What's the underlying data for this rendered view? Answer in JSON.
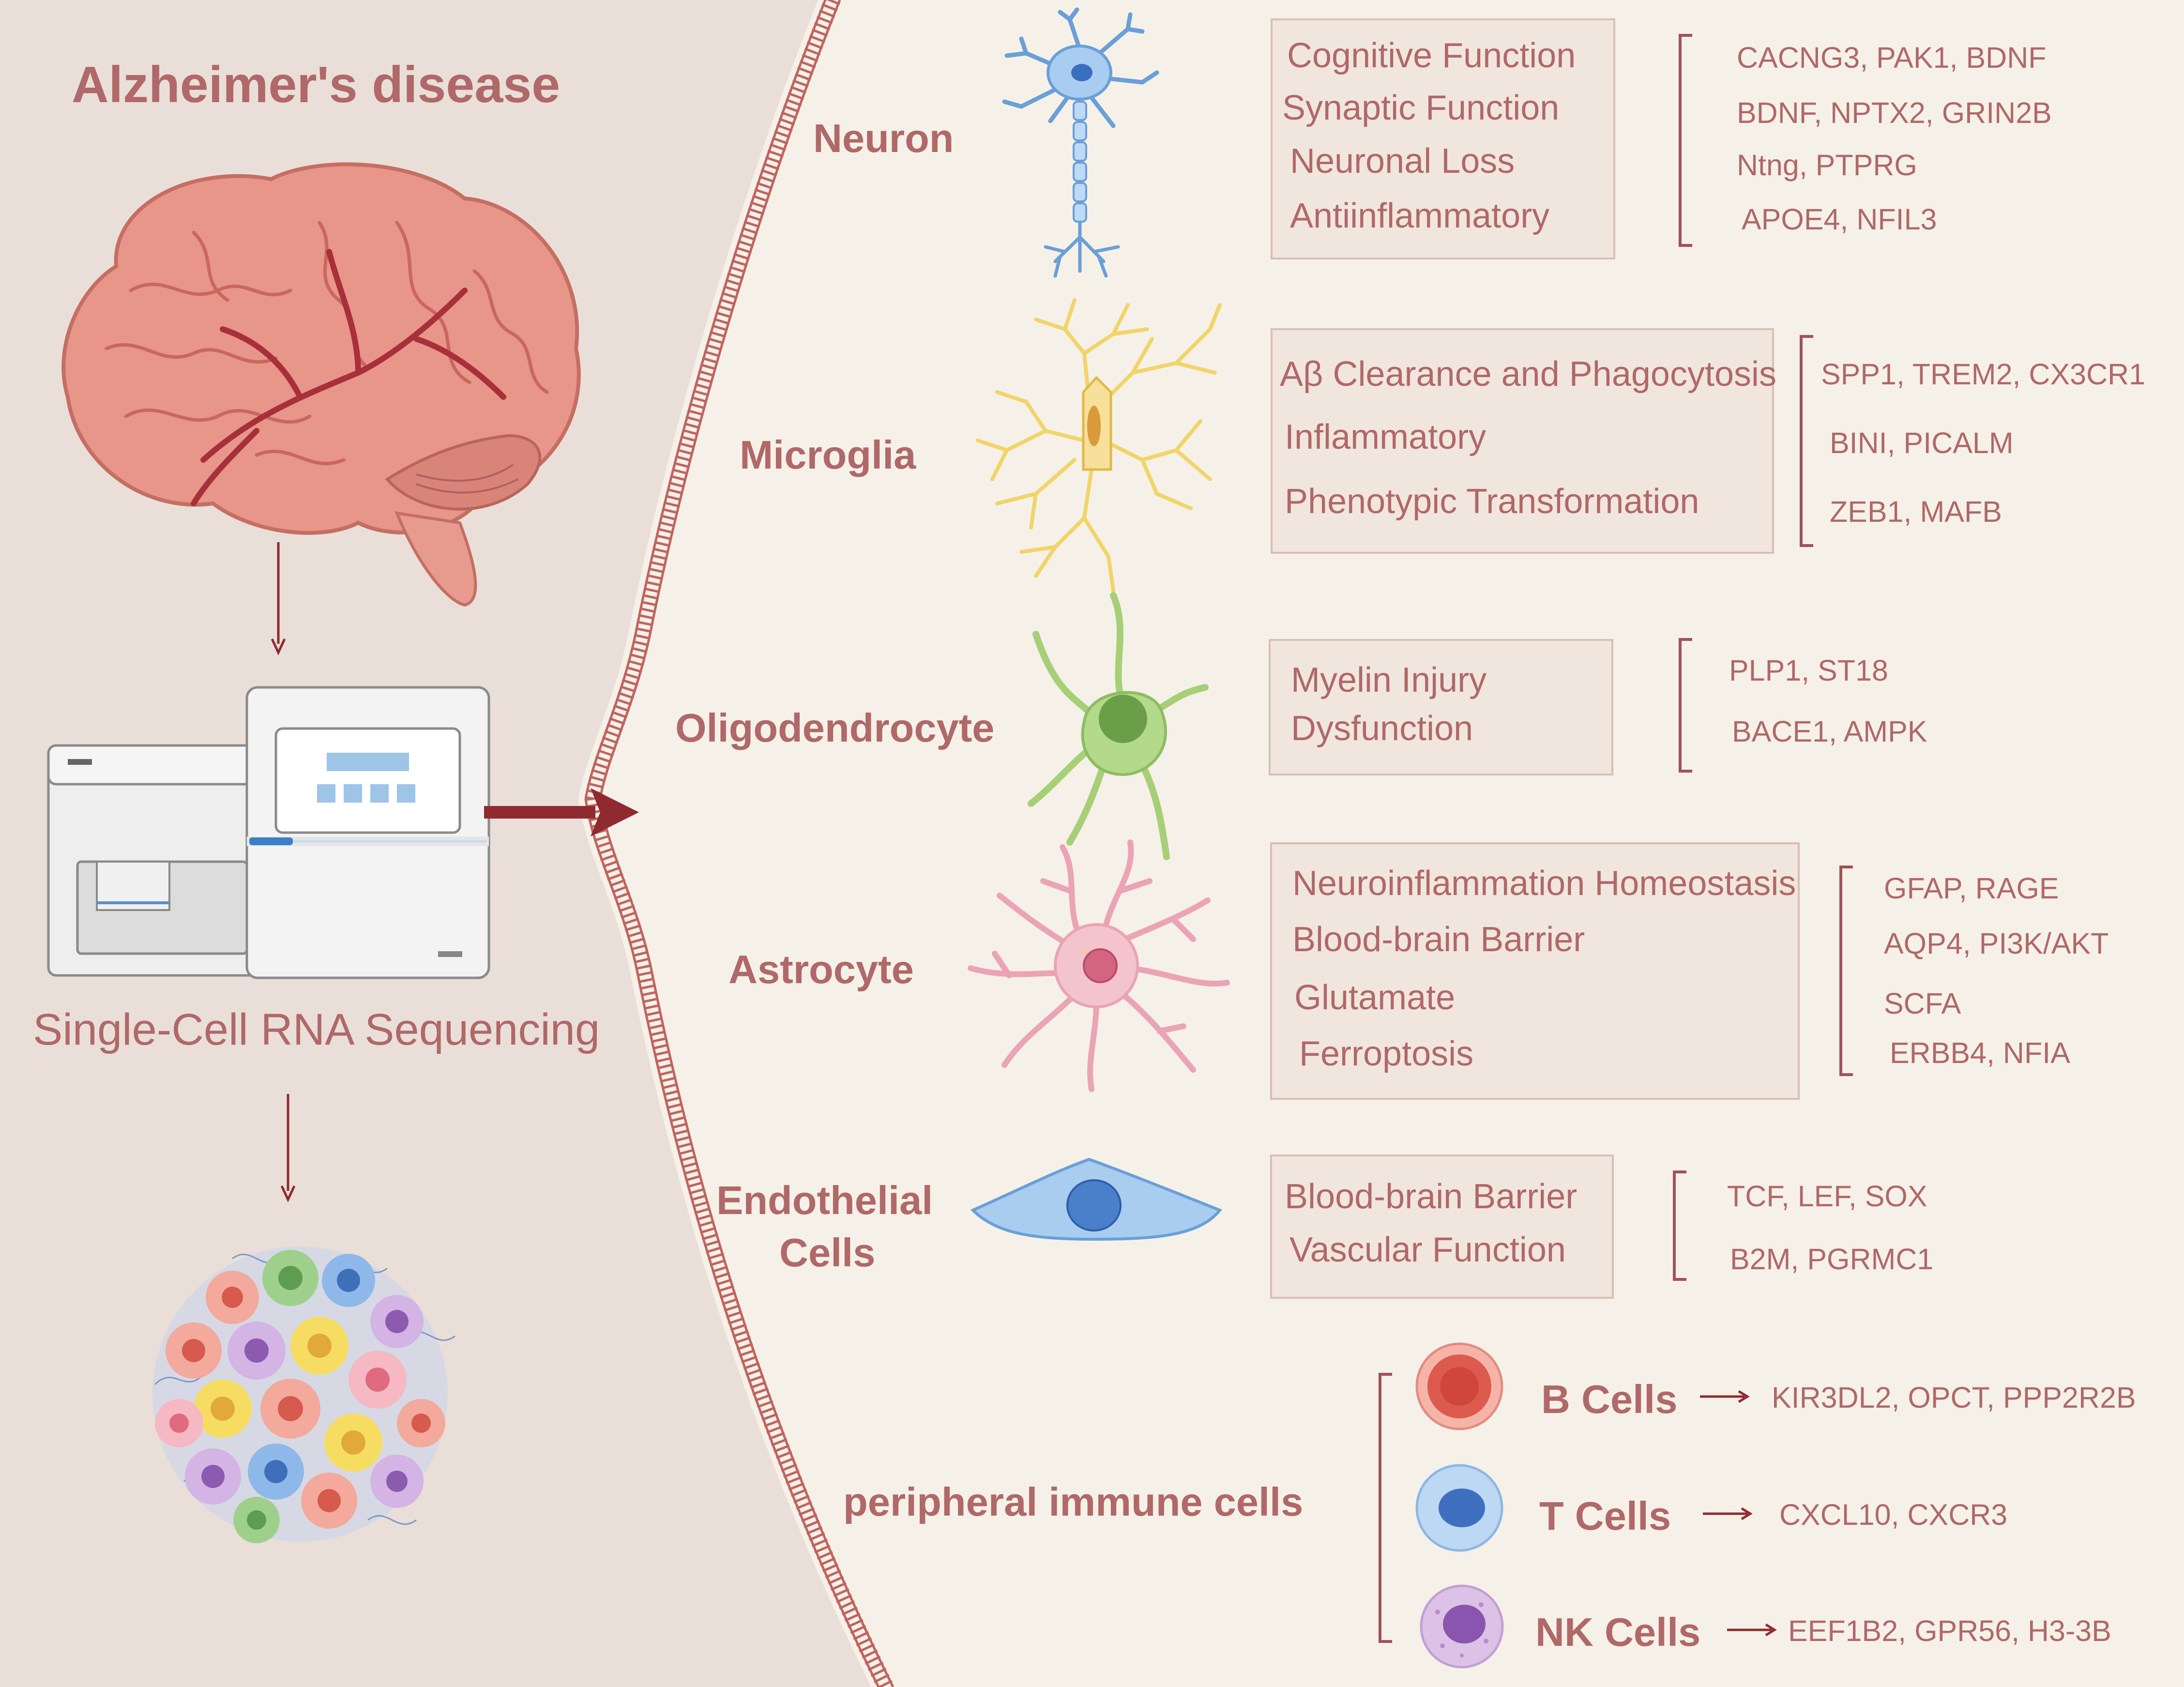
{
  "title": "Alzheimer's disease",
  "sequencing_label": "Single-Cell RNA Sequencing",
  "cell_types": [
    {
      "name": "Neuron",
      "functions": [
        "Cognitive Function",
        "Synaptic Function",
        "Neuronal Loss",
        "Antiinflammatory"
      ],
      "genes": [
        "CACNG3, PAK1, BDNF",
        "BDNF, NPTX2, GRIN2B",
        "Ntng, PTPRG",
        "APOE4, NFIL3"
      ]
    },
    {
      "name": "Microglia",
      "functions": [
        "Aβ Clearance and Phagocytosis",
        "Inflammatory",
        "Phenotypic Transformation"
      ],
      "genes": [
        "SPP1, TREM2, CX3CR1",
        "BINI, PICALM",
        "ZEB1, MAFB"
      ]
    },
    {
      "name": "Oligodendrocyte",
      "functions": [
        "Myelin Injury",
        "Dysfunction"
      ],
      "genes": [
        "PLP1, ST18",
        "BACE1, AMPK"
      ]
    },
    {
      "name": "Astrocyte",
      "functions": [
        "Neuroinflammation Homeostasis",
        "Blood-brain Barrier",
        "Glutamate",
        "Ferroptosis"
      ],
      "genes": [
        "GFAP, RAGE",
        "AQP4, PI3K/AKT",
        "SCFA",
        "ERBB4, NFIA"
      ]
    },
    {
      "name_line1": "Endothelial",
      "name_line2": "Cells",
      "functions": [
        "Blood-brain Barrier",
        "Vascular Function"
      ],
      "genes": [
        "TCF, LEF, SOX",
        "B2M, PGRMC1"
      ]
    }
  ],
  "immune": {
    "label": "peripheral immune cells",
    "cells": [
      {
        "name": "B Cells",
        "genes": "KIR3DL2, OPCT, PPP2R2B"
      },
      {
        "name": "T Cells",
        "genes": "CXCL10, CXCR3"
      },
      {
        "name": "NK Cells",
        "genes": "EEF1B2, GPR56, H3-3B"
      }
    ]
  },
  "colors": {
    "text": "#b06868",
    "left_background": "#e9dfd8",
    "right_background": "#f6f1e8",
    "membrane": "#c0645f",
    "arrow": "#8f2a30",
    "box_fill": "#f1e6de"
  }
}
